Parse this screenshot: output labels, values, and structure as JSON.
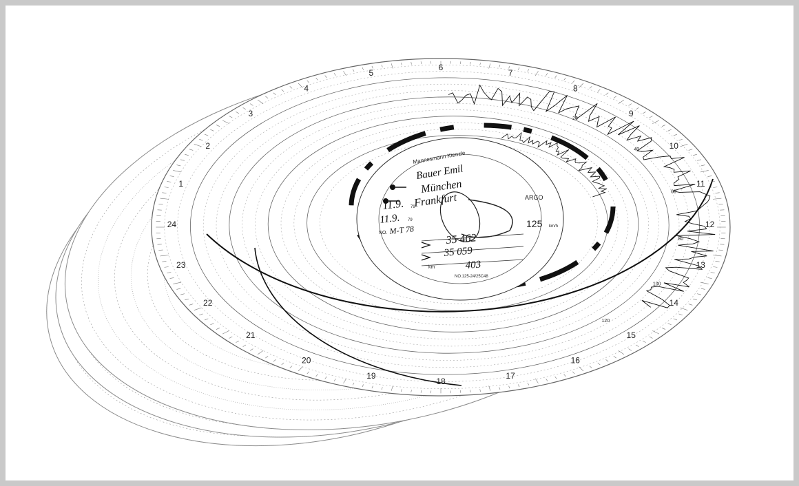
{
  "disc": {
    "brand": "Mannesmann Kienzle",
    "driver_name": "Bauer Emil",
    "place_start": "München",
    "place_end": "Frankfurt",
    "date_start": "11.9.",
    "date_end": "11.9.",
    "year_start": "79",
    "year_end": "79",
    "vehicle_plate": "M-T 78",
    "plate_prefix": "NO.",
    "model": "ARGO",
    "speed_limit": "125",
    "speed_unit": "km/h",
    "odometer_end": "35 462",
    "odometer_start": "35 059",
    "distance": "403",
    "distance_unit": "km",
    "form_number": "NO.125-24/25C48"
  },
  "hour_labels": [
    "1",
    "2",
    "3",
    "4",
    "5",
    "6",
    "7",
    "8",
    "9",
    "10",
    "11",
    "12",
    "13",
    "14",
    "15",
    "16",
    "17",
    "18",
    "19",
    "20",
    "21",
    "22",
    "23",
    "24"
  ],
  "speed_labels": [
    "20",
    "40",
    "60",
    "80",
    "100",
    "120"
  ],
  "colors": {
    "ink": "#111111",
    "paper": "#ffffff",
    "frame": "#c9c9c9"
  }
}
